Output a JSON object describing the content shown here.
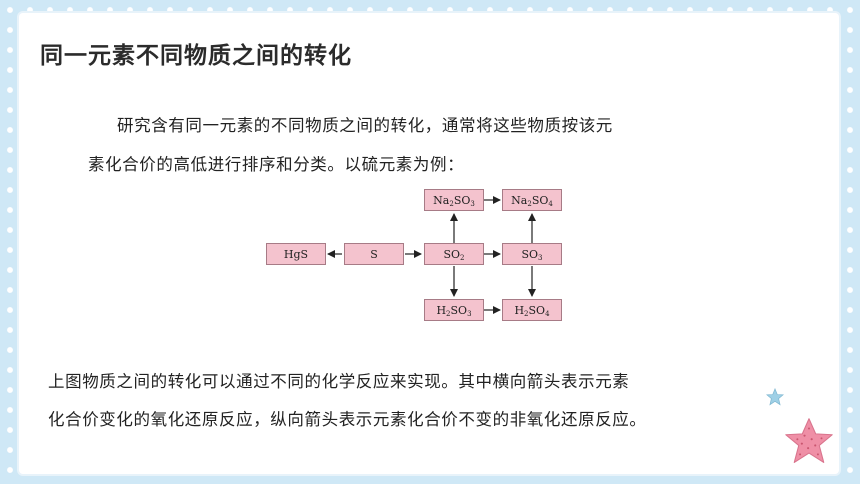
{
  "title": "同一元素不同物质之间的转化",
  "intro": {
    "line1": "研究含有同一元素的不同物质之间的转化，通常将这些物质按该元",
    "line2": "素化合价的高低进行排序和分类。以硫元素为例："
  },
  "diagram": {
    "nodes": {
      "hgs": {
        "main": "HgS"
      },
      "s": {
        "main": "S"
      },
      "so2": {
        "pre": "SO",
        "sub": "2"
      },
      "so3": {
        "pre": "SO",
        "sub": "3"
      },
      "na2so3": {
        "pre": "Na",
        "sub": "2",
        "mid": "SO",
        "sub2": "3"
      },
      "na2so4": {
        "pre": "Na",
        "sub": "2",
        "mid": "SO",
        "sub2": "4"
      },
      "h2so3": {
        "pre": "H",
        "sub": "2",
        "mid": "SO",
        "sub2": "3"
      },
      "h2so4": {
        "pre": "H",
        "sub": "2",
        "mid": "SO",
        "sub2": "4"
      }
    }
  },
  "description": {
    "line1": "上图物质之间的转化可以通过不同的化学反应来实现。其中横向箭头表示元素",
    "line2": "化合价变化的氧化还原反应，纵向箭头表示元素化合价不变的非氧化还原反应。"
  },
  "colors": {
    "background": "#cfe8f6",
    "box_fill": "#f4c3ce",
    "box_border": "#a77b86",
    "star_pink": "#ef8fa6",
    "star_blue": "#9fd0e6"
  }
}
